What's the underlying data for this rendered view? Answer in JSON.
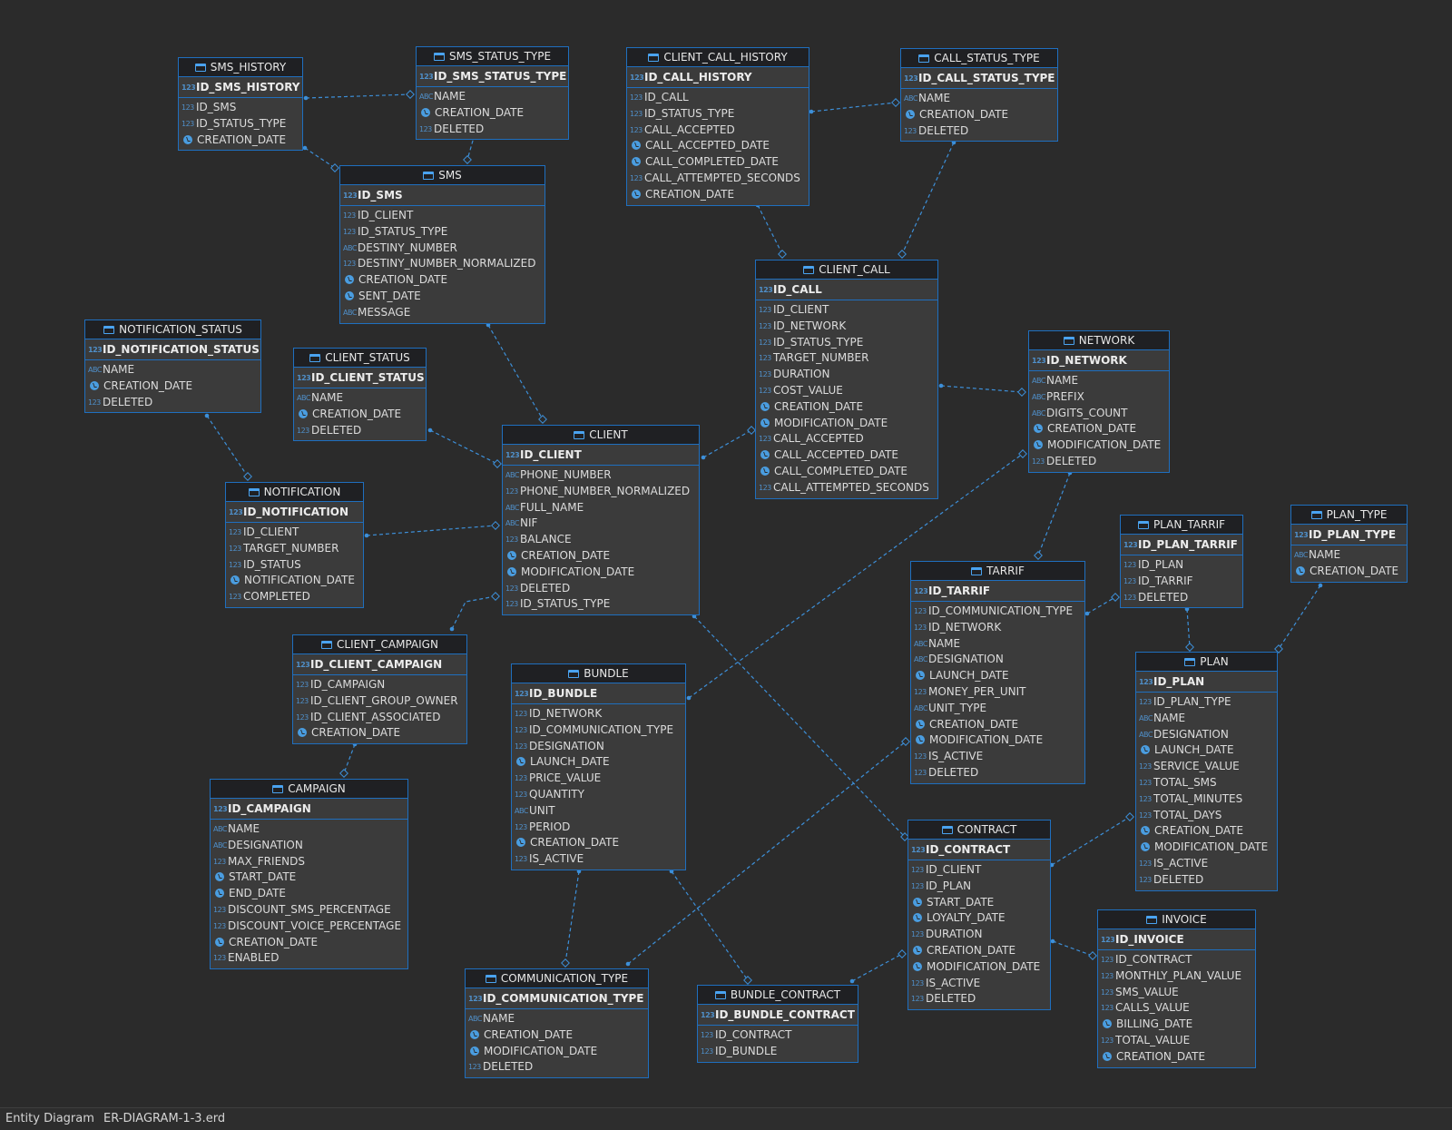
{
  "diagram": {
    "entities": [
      {
        "id": "sms_history",
        "name": "SMS_HISTORY",
        "pk": "ID_SMS_HISTORY",
        "attrs": [
          [
            "n",
            "ID_SMS"
          ],
          [
            "n",
            "ID_STATUS_TYPE"
          ],
          [
            "d",
            "CREATION_DATE"
          ]
        ]
      },
      {
        "id": "sms_status_type",
        "name": "SMS_STATUS_TYPE",
        "pk": "ID_SMS_STATUS_TYPE",
        "attrs": [
          [
            "s",
            "NAME"
          ],
          [
            "d",
            "CREATION_DATE"
          ],
          [
            "n",
            "DELETED"
          ]
        ]
      },
      {
        "id": "client_call_history",
        "name": "CLIENT_CALL_HISTORY",
        "pk": "ID_CALL_HISTORY",
        "attrs": [
          [
            "n",
            "ID_CALL"
          ],
          [
            "n",
            "ID_STATUS_TYPE"
          ],
          [
            "n",
            "CALL_ACCEPTED"
          ],
          [
            "d",
            "CALL_ACCEPTED_DATE"
          ],
          [
            "d",
            "CALL_COMPLETED_DATE"
          ],
          [
            "n",
            "CALL_ATTEMPTED_SECONDS"
          ],
          [
            "d",
            "CREATION_DATE"
          ]
        ]
      },
      {
        "id": "call_status_type",
        "name": "CALL_STATUS_TYPE",
        "pk": "ID_CALL_STATUS_TYPE",
        "attrs": [
          [
            "s",
            "NAME"
          ],
          [
            "d",
            "CREATION_DATE"
          ],
          [
            "n",
            "DELETED"
          ]
        ]
      },
      {
        "id": "sms",
        "name": "SMS",
        "pk": "ID_SMS",
        "attrs": [
          [
            "n",
            "ID_CLIENT"
          ],
          [
            "n",
            "ID_STATUS_TYPE"
          ],
          [
            "s",
            "DESTINY_NUMBER"
          ],
          [
            "n",
            "DESTINY_NUMBER_NORMALIZED"
          ],
          [
            "d",
            "CREATION_DATE"
          ],
          [
            "d",
            "SENT_DATE"
          ],
          [
            "s",
            "MESSAGE"
          ]
        ]
      },
      {
        "id": "client_call",
        "name": "CLIENT_CALL",
        "pk": "ID_CALL",
        "attrs": [
          [
            "n",
            "ID_CLIENT"
          ],
          [
            "n",
            "ID_NETWORK"
          ],
          [
            "n",
            "ID_STATUS_TYPE"
          ],
          [
            "n",
            "TARGET_NUMBER"
          ],
          [
            "n",
            "DURATION"
          ],
          [
            "n",
            "COST_VALUE"
          ],
          [
            "d",
            "CREATION_DATE"
          ],
          [
            "d",
            "MODIFICATION_DATE"
          ],
          [
            "n",
            "CALL_ACCEPTED"
          ],
          [
            "d",
            "CALL_ACCEPTED_DATE"
          ],
          [
            "d",
            "CALL_COMPLETED_DATE"
          ],
          [
            "n",
            "CALL_ATTEMPTED_SECONDS"
          ]
        ]
      },
      {
        "id": "notification_status",
        "name": "NOTIFICATION_STATUS",
        "pk": "ID_NOTIFICATION_STATUS",
        "attrs": [
          [
            "s",
            "NAME"
          ],
          [
            "d",
            "CREATION_DATE"
          ],
          [
            "n",
            "DELETED"
          ]
        ]
      },
      {
        "id": "client_status",
        "name": "CLIENT_STATUS",
        "pk": "ID_CLIENT_STATUS",
        "attrs": [
          [
            "s",
            "NAME"
          ],
          [
            "d",
            "CREATION_DATE"
          ],
          [
            "n",
            "DELETED"
          ]
        ]
      },
      {
        "id": "network",
        "name": "NETWORK",
        "pk": "ID_NETWORK",
        "attrs": [
          [
            "s",
            "NAME"
          ],
          [
            "s",
            "PREFIX"
          ],
          [
            "s",
            "DIGITS_COUNT"
          ],
          [
            "d",
            "CREATION_DATE"
          ],
          [
            "d",
            "MODIFICATION_DATE"
          ],
          [
            "n",
            "DELETED"
          ]
        ]
      },
      {
        "id": "client",
        "name": "CLIENT",
        "pk": "ID_CLIENT",
        "attrs": [
          [
            "s",
            "PHONE_NUMBER"
          ],
          [
            "n",
            "PHONE_NUMBER_NORMALIZED"
          ],
          [
            "s",
            "FULL_NAME"
          ],
          [
            "s",
            "NIF"
          ],
          [
            "n",
            "BALANCE"
          ],
          [
            "d",
            "CREATION_DATE"
          ],
          [
            "d",
            "MODIFICATION_DATE"
          ],
          [
            "n",
            "DELETED"
          ],
          [
            "n",
            "ID_STATUS_TYPE"
          ]
        ]
      },
      {
        "id": "notification",
        "name": "NOTIFICATION",
        "pk": "ID_NOTIFICATION",
        "attrs": [
          [
            "n",
            "ID_CLIENT"
          ],
          [
            "n",
            "TARGET_NUMBER"
          ],
          [
            "n",
            "ID_STATUS"
          ],
          [
            "d",
            "NOTIFICATION_DATE"
          ],
          [
            "n",
            "COMPLETED"
          ]
        ]
      },
      {
        "id": "plan_tarrif",
        "name": "PLAN_TARRIF",
        "pk": "ID_PLAN_TARRIF",
        "attrs": [
          [
            "n",
            "ID_PLAN"
          ],
          [
            "n",
            "ID_TARRIF"
          ],
          [
            "n",
            "DELETED"
          ]
        ]
      },
      {
        "id": "plan_type",
        "name": "PLAN_TYPE",
        "pk": "ID_PLAN_TYPE",
        "attrs": [
          [
            "s",
            "NAME"
          ],
          [
            "d",
            "CREATION_DATE"
          ]
        ]
      },
      {
        "id": "tarrif",
        "name": "TARRIF",
        "pk": "ID_TARRIF",
        "attrs": [
          [
            "n",
            "ID_COMMUNICATION_TYPE"
          ],
          [
            "n",
            "ID_NETWORK"
          ],
          [
            "s",
            "NAME"
          ],
          [
            "s",
            "DESIGNATION"
          ],
          [
            "d",
            "LAUNCH_DATE"
          ],
          [
            "n",
            "MONEY_PER_UNIT"
          ],
          [
            "s",
            "UNIT_TYPE"
          ],
          [
            "d",
            "CREATION_DATE"
          ],
          [
            "d",
            "MODIFICATION_DATE"
          ],
          [
            "n",
            "IS_ACTIVE"
          ],
          [
            "n",
            "DELETED"
          ]
        ]
      },
      {
        "id": "client_campaign",
        "name": "CLIENT_CAMPAIGN",
        "pk": "ID_CLIENT_CAMPAIGN",
        "attrs": [
          [
            "n",
            "ID_CAMPAIGN"
          ],
          [
            "n",
            "ID_CLIENT_GROUP_OWNER"
          ],
          [
            "n",
            "ID_CLIENT_ASSOCIATED"
          ],
          [
            "d",
            "CREATION_DATE"
          ]
        ]
      },
      {
        "id": "plan",
        "name": "PLAN",
        "pk": "ID_PLAN",
        "attrs": [
          [
            "n",
            "ID_PLAN_TYPE"
          ],
          [
            "s",
            "NAME"
          ],
          [
            "s",
            "DESIGNATION"
          ],
          [
            "d",
            "LAUNCH_DATE"
          ],
          [
            "n",
            "SERVICE_VALUE"
          ],
          [
            "n",
            "TOTAL_SMS"
          ],
          [
            "n",
            "TOTAL_MINUTES"
          ],
          [
            "n",
            "TOTAL_DAYS"
          ],
          [
            "d",
            "CREATION_DATE"
          ],
          [
            "d",
            "MODIFICATION_DATE"
          ],
          [
            "n",
            "IS_ACTIVE"
          ],
          [
            "n",
            "DELETED"
          ]
        ]
      },
      {
        "id": "bundle",
        "name": "BUNDLE",
        "pk": "ID_BUNDLE",
        "attrs": [
          [
            "n",
            "ID_NETWORK"
          ],
          [
            "n",
            "ID_COMMUNICATION_TYPE"
          ],
          [
            "n",
            "DESIGNATION"
          ],
          [
            "d",
            "LAUNCH_DATE"
          ],
          [
            "n",
            "PRICE_VALUE"
          ],
          [
            "n",
            "QUANTITY"
          ],
          [
            "s",
            "UNIT"
          ],
          [
            "n",
            "PERIOD"
          ],
          [
            "d",
            "CREATION_DATE"
          ],
          [
            "n",
            "IS_ACTIVE"
          ]
        ]
      },
      {
        "id": "campaign",
        "name": "CAMPAIGN",
        "pk": "ID_CAMPAIGN",
        "attrs": [
          [
            "s",
            "NAME"
          ],
          [
            "s",
            "DESIGNATION"
          ],
          [
            "n",
            "MAX_FRIENDS"
          ],
          [
            "d",
            "START_DATE"
          ],
          [
            "d",
            "END_DATE"
          ],
          [
            "n",
            "DISCOUNT_SMS_PERCENTAGE"
          ],
          [
            "n",
            "DISCOUNT_VOICE_PERCENTAGE"
          ],
          [
            "d",
            "CREATION_DATE"
          ],
          [
            "n",
            "ENABLED"
          ]
        ]
      },
      {
        "id": "contract",
        "name": "CONTRACT",
        "pk": "ID_CONTRACT",
        "attrs": [
          [
            "n",
            "ID_CLIENT"
          ],
          [
            "n",
            "ID_PLAN"
          ],
          [
            "d",
            "START_DATE"
          ],
          [
            "d",
            "LOYALTY_DATE"
          ],
          [
            "n",
            "DURATION"
          ],
          [
            "d",
            "CREATION_DATE"
          ],
          [
            "d",
            "MODIFICATION_DATE"
          ],
          [
            "n",
            "IS_ACTIVE"
          ],
          [
            "n",
            "DELETED"
          ]
        ]
      },
      {
        "id": "invoice",
        "name": "INVOICE",
        "pk": "ID_INVOICE",
        "attrs": [
          [
            "n",
            "ID_CONTRACT"
          ],
          [
            "n",
            "MONTHLY_PLAN_VALUE"
          ],
          [
            "n",
            "SMS_VALUE"
          ],
          [
            "n",
            "CALLS_VALUE"
          ],
          [
            "d",
            "BILLING_DATE"
          ],
          [
            "n",
            "TOTAL_VALUE"
          ],
          [
            "d",
            "CREATION_DATE"
          ]
        ]
      },
      {
        "id": "communication_type",
        "name": "COMMUNICATION_TYPE",
        "pk": "ID_COMMUNICATION_TYPE",
        "attrs": [
          [
            "s",
            "NAME"
          ],
          [
            "d",
            "CREATION_DATE"
          ],
          [
            "d",
            "MODIFICATION_DATE"
          ],
          [
            "n",
            "DELETED"
          ]
        ]
      },
      {
        "id": "bundle_contract",
        "name": "BUNDLE_CONTRACT",
        "pk": "ID_BUNDLE_CONTRACT",
        "attrs": [
          [
            "n",
            "ID_CONTRACT"
          ],
          [
            "n",
            "ID_BUNDLE"
          ]
        ]
      }
    ],
    "icons": {
      "n": "123",
      "s": "ABC",
      "d": "clock-icon"
    },
    "colors": {
      "border": "#1f6fbf",
      "link": "#3d8fd8",
      "background": "#2b2b2b",
      "entity": "#3b3b3b",
      "header": "#1f2023"
    }
  },
  "status_bar": {
    "label": "Entity Diagram",
    "file": "ER-DIAGRAM-1-3.erd"
  }
}
